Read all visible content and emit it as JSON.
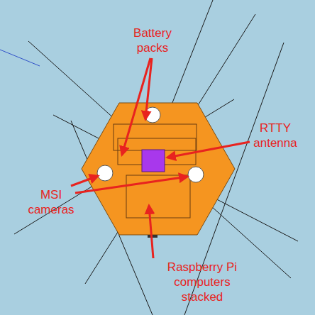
{
  "diagram": {
    "labels": [
      "Battery packs",
      "RTTY antenna",
      "MSI cameras",
      "Raspberry Pi computers stacked"
    ]
  }
}
